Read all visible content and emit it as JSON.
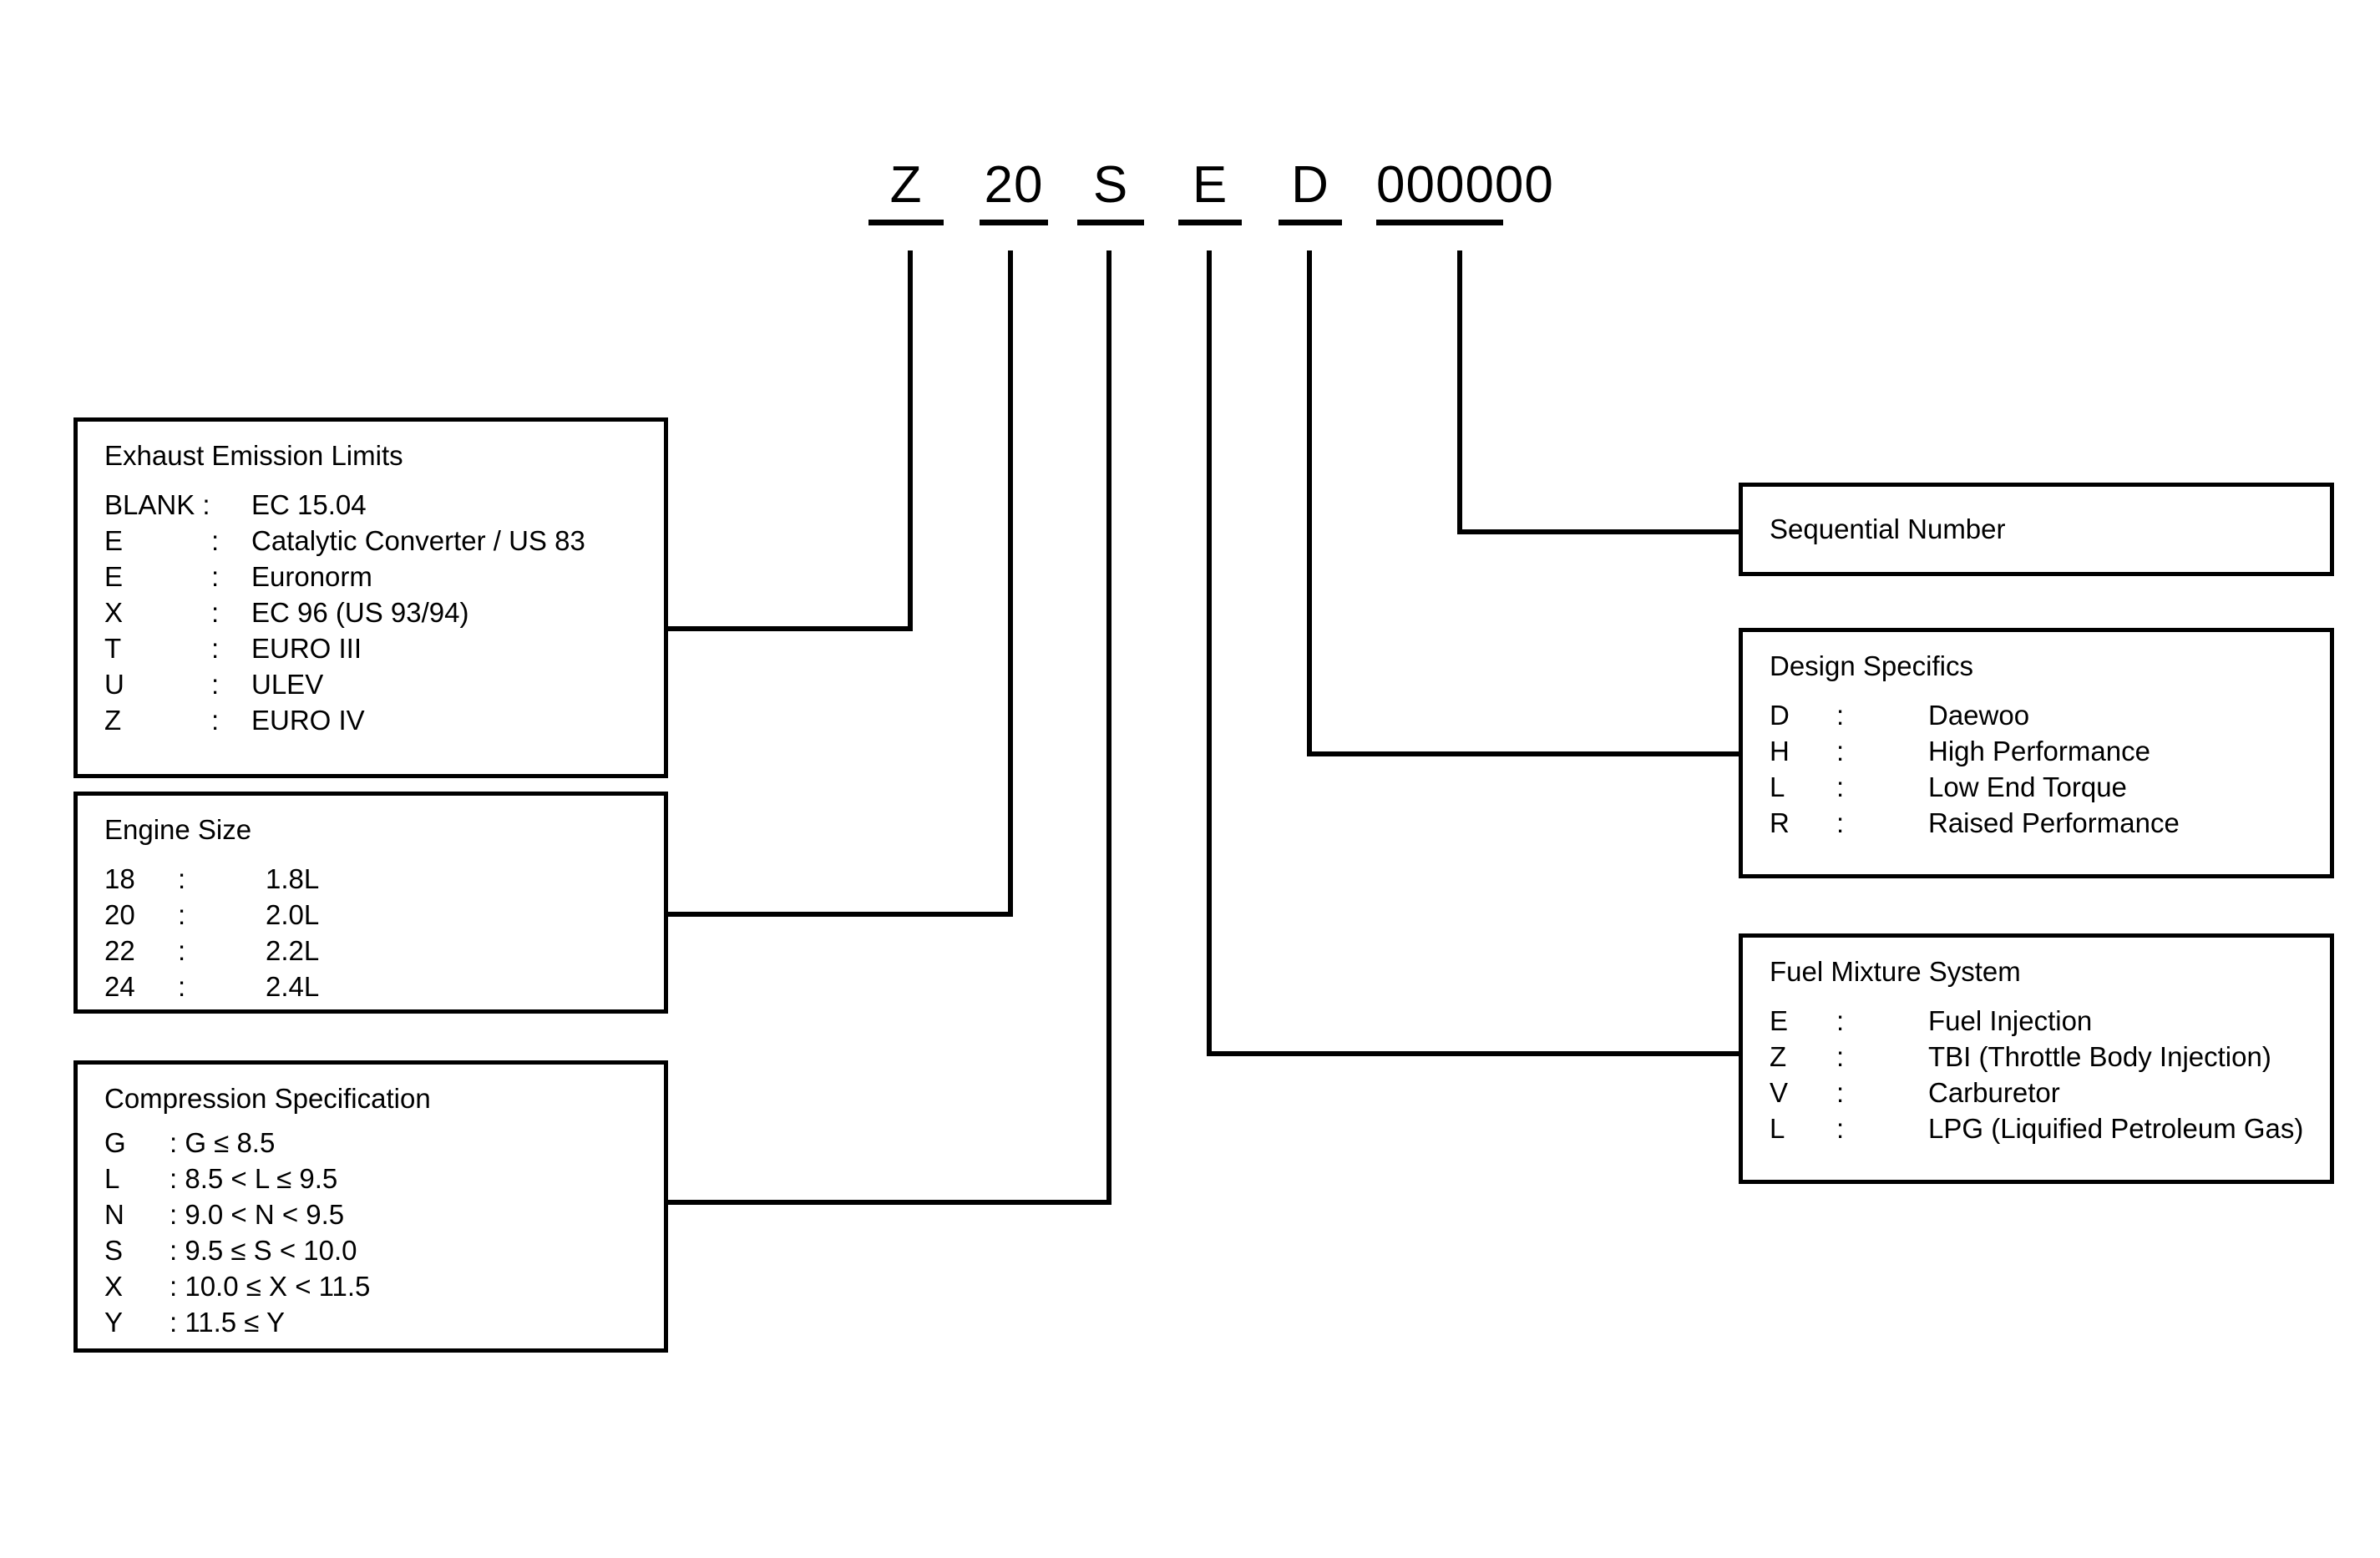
{
  "engine_code": {
    "label": "engine-code",
    "segments": [
      {
        "id": "exhaust",
        "text": "Z"
      },
      {
        "id": "engine_size",
        "text": "20"
      },
      {
        "id": "compression",
        "text": "S"
      },
      {
        "id": "fuel",
        "text": "E"
      },
      {
        "id": "design",
        "text": "D"
      },
      {
        "id": "sequential",
        "text": "000000"
      }
    ]
  },
  "boxes": {
    "exhaust": {
      "title": "Exhaust Emission Limits",
      "rows": [
        {
          "key": "BLANK :",
          "sep": "",
          "val": "EC 15.04"
        },
        {
          "key": "E",
          "sep": ":",
          "val": "Catalytic Converter / US 83"
        },
        {
          "key": "E",
          "sep": ":",
          "val": "Euronorm"
        },
        {
          "key": "X",
          "sep": ":",
          "val": "EC 96 (US 93/94)"
        },
        {
          "key": "T",
          "sep": ":",
          "val": "EURO III"
        },
        {
          "key": "U",
          "sep": ":",
          "val": "ULEV"
        },
        {
          "key": "Z",
          "sep": ":",
          "val": "EURO IV"
        }
      ]
    },
    "engine_size": {
      "title": "Engine Size",
      "rows": [
        {
          "key": "18",
          "sep": ":",
          "val": "1.8L"
        },
        {
          "key": "20",
          "sep": ":",
          "val": "2.0L"
        },
        {
          "key": "22",
          "sep": ":",
          "val": "2.2L"
        },
        {
          "key": "24",
          "sep": ":",
          "val": "2.4L"
        }
      ]
    },
    "compression": {
      "title": "Compression Specification",
      "rows": [
        {
          "key": "G",
          "sep": "",
          "val": ": G ≤ 8.5"
        },
        {
          "key": "L",
          "sep": "",
          "val": ": 8.5 < L ≤ 9.5"
        },
        {
          "key": "N",
          "sep": "",
          "val": ": 9.0 < N < 9.5"
        },
        {
          "key": "S",
          "sep": "",
          "val": ": 9.5 ≤ S < 10.0"
        },
        {
          "key": "X",
          "sep": "",
          "val": ": 10.0 ≤ X < 11.5"
        },
        {
          "key": "Y",
          "sep": "",
          "val": ": 11.5 ≤ Y"
        }
      ]
    },
    "sequential": {
      "title": "Sequential Number",
      "rows": []
    },
    "design": {
      "title": "Design Specifics",
      "rows": [
        {
          "key": "D",
          "sep": ":",
          "val": "Daewoo"
        },
        {
          "key": "H",
          "sep": ":",
          "val": "High Performance"
        },
        {
          "key": "L",
          "sep": ":",
          "val": "Low End Torque"
        },
        {
          "key": "R",
          "sep": ":",
          "val": "Raised Performance"
        }
      ]
    },
    "fuel": {
      "title": "Fuel Mixture System",
      "rows": [
        {
          "key": "E",
          "sep": ":",
          "val": "Fuel Injection"
        },
        {
          "key": "Z",
          "sep": ":",
          "val": "TBI (Throttle Body Injection)"
        },
        {
          "key": "V",
          "sep": ":",
          "val": "Carburetor"
        },
        {
          "key": "L",
          "sep": ":",
          "val": "LPG (Liquified Petroleum Gas)"
        }
      ]
    }
  },
  "colors": {
    "ink": "#000000",
    "paper": "#ffffff"
  }
}
